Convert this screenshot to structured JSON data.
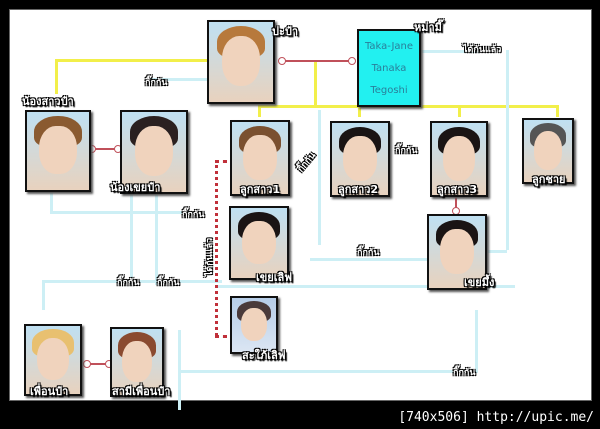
{
  "diagram": {
    "title_box": {
      "lines": [
        "Taka-Jane",
        "Tanaka",
        "Tegoshi"
      ],
      "label": "หม่ามี๊",
      "color": "#22f0f0"
    },
    "nodes": [
      {
        "id": "papa",
        "label": "ปะป๋า"
      },
      {
        "id": "aunt",
        "label": "น้องสาวป๋า"
      },
      {
        "id": "uncle",
        "label": "น้องเขยป๋า"
      },
      {
        "id": "daughter1",
        "label": "ลูกสาว1"
      },
      {
        "id": "daughter2",
        "label": "ลูกสาว2"
      },
      {
        "id": "daughter3",
        "label": "ลูกสาว3"
      },
      {
        "id": "son",
        "label": "ลูกชาย"
      },
      {
        "id": "soninlaw_lerm",
        "label": "เขยเลิฟ"
      },
      {
        "id": "soninlaw_mung",
        "label": "เขยมึ้ง"
      },
      {
        "id": "exlover_lerm",
        "label": "สะใภ้เลิฟ"
      },
      {
        "id": "friend",
        "label": "เพื่อนป๋า"
      },
      {
        "id": "friend_husband",
        "label": "สามีเพื่อนป๋า"
      }
    ],
    "edge_labels": {
      "kikan": "กิ๊กกัน",
      "married": "ได้กันแล้ว"
    },
    "legend_colors": {
      "family": "#f2ef4a",
      "affair": "#cdeff5",
      "married": "#c0505a"
    }
  },
  "footer": {
    "text": "[740x506] http://upic.me/"
  }
}
